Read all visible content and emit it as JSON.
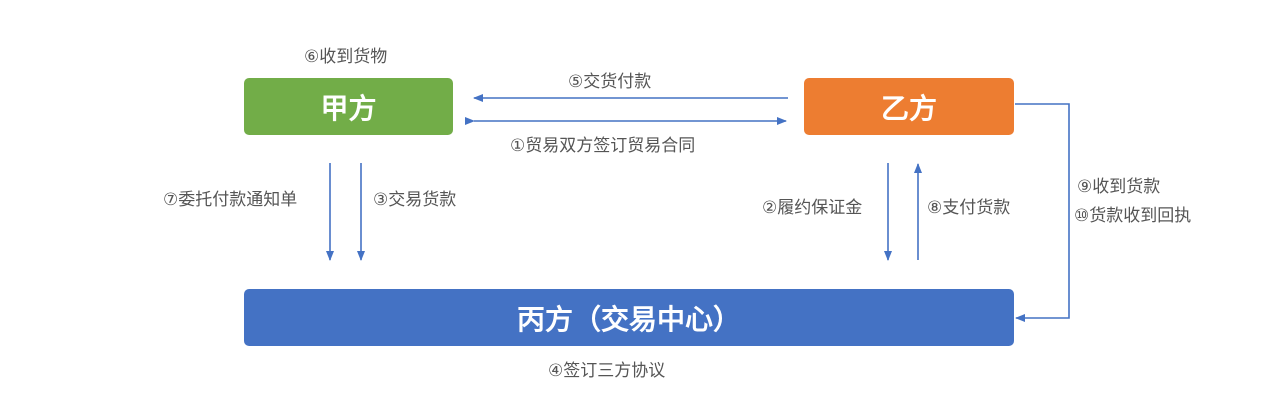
{
  "colors": {
    "party_a": "#72AD48",
    "party_b": "#ED7D31",
    "party_c": "#4472C4",
    "arrow": "#4472C4",
    "label_text": "#555555"
  },
  "nodes": {
    "party_a": "甲方",
    "party_b": "乙方",
    "party_c": "丙方（交易中心）"
  },
  "edges": {
    "e1": "①贸易双方签订贸易合同",
    "e2": "②履约保证金",
    "e3": "③交易货款",
    "e4": "④签订三方协议",
    "e5": "⑤交货付款",
    "e6": "⑥收到货物",
    "e7": "⑦委托付款通知单",
    "e8": "⑧支付货款",
    "e9": "⑨收到货款",
    "e10": "⑩货款收到回执"
  }
}
